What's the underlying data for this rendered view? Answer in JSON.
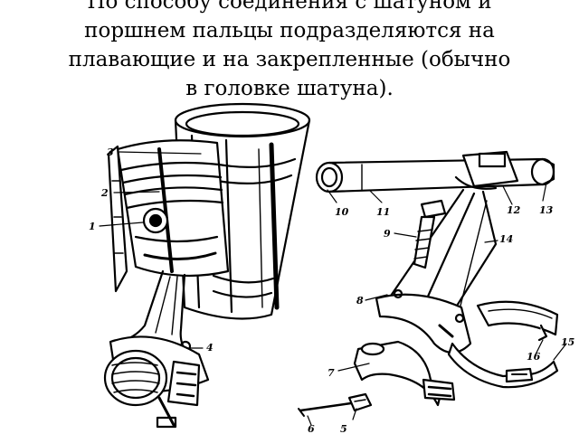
{
  "heading": {
    "lines": [
      "По способу соединения с шатуном и",
      "поршнем пальцы подразделяются на",
      "плавающие и на закрепленные (обычно",
      "в головке шатуна)."
    ]
  },
  "diagram": {
    "labels": [
      "1",
      "2",
      "3",
      "4",
      "5",
      "6",
      "7",
      "8",
      "9",
      "10",
      "11",
      "12",
      "13",
      "14",
      "15",
      "16"
    ],
    "colors": {
      "ink": "#000000",
      "paper": "#ffffff"
    }
  }
}
